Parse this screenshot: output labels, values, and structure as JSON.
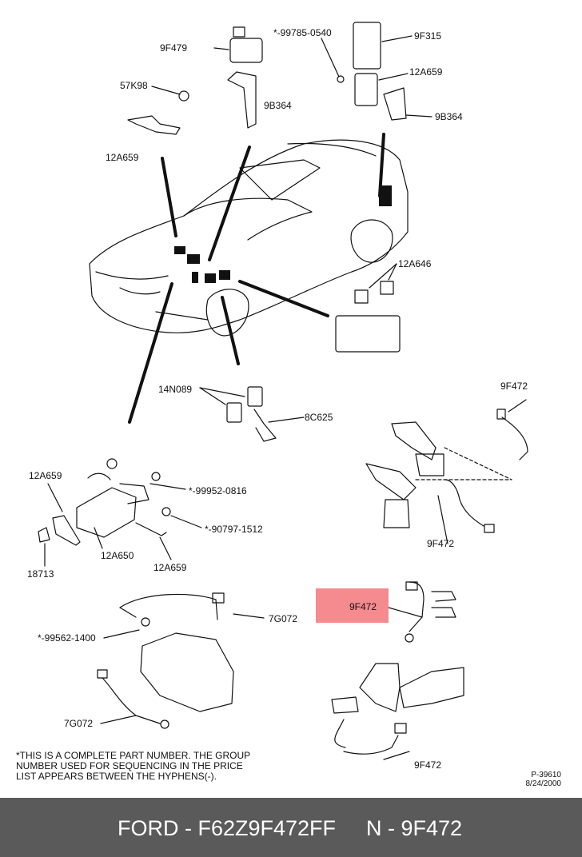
{
  "labels": {
    "l_9F479": "9F479",
    "l_99785": "*-99785-0540",
    "l_9F315": "9F315",
    "l_57K98": "57K98",
    "l_12A659_a": "12A659",
    "l_9B364_a": "9B364",
    "l_12A659_b": "12A659",
    "l_9B364_b": "9B364",
    "l_12A646": "12A646",
    "l_14N089": "14N089",
    "l_8C625": "8C625",
    "l_9F472_a": "9F472",
    "l_12A659_c": "12A659",
    "l_99952": "*-99952-0816",
    "l_90797": "*-90797-1512",
    "l_12A650": "12A650",
    "l_12A659_d": "12A659",
    "l_18713": "18713",
    "l_9F472_b": "9F472",
    "l_7G072_a": "7G072",
    "l_99562": "*-99562-1400",
    "l_7G072_b": "7G072",
    "l_9F472_c": "9F472"
  },
  "highlight": {
    "label": "9F472",
    "color": "#f58a8f"
  },
  "note": "*THIS IS A COMPLETE PART NUMBER. THE GROUP\n  NUMBER USED FOR SEQUENCING IN THE PRICE\n  LIST APPEARS BETWEEN THE HYPHENS(-).",
  "reference": {
    "code": "P-39610",
    "date": "8/24/2000"
  },
  "footer": {
    "brand": "FORD - F62Z9F472FF",
    "part": "N - 9F472",
    "background": "#5a5a5a"
  }
}
